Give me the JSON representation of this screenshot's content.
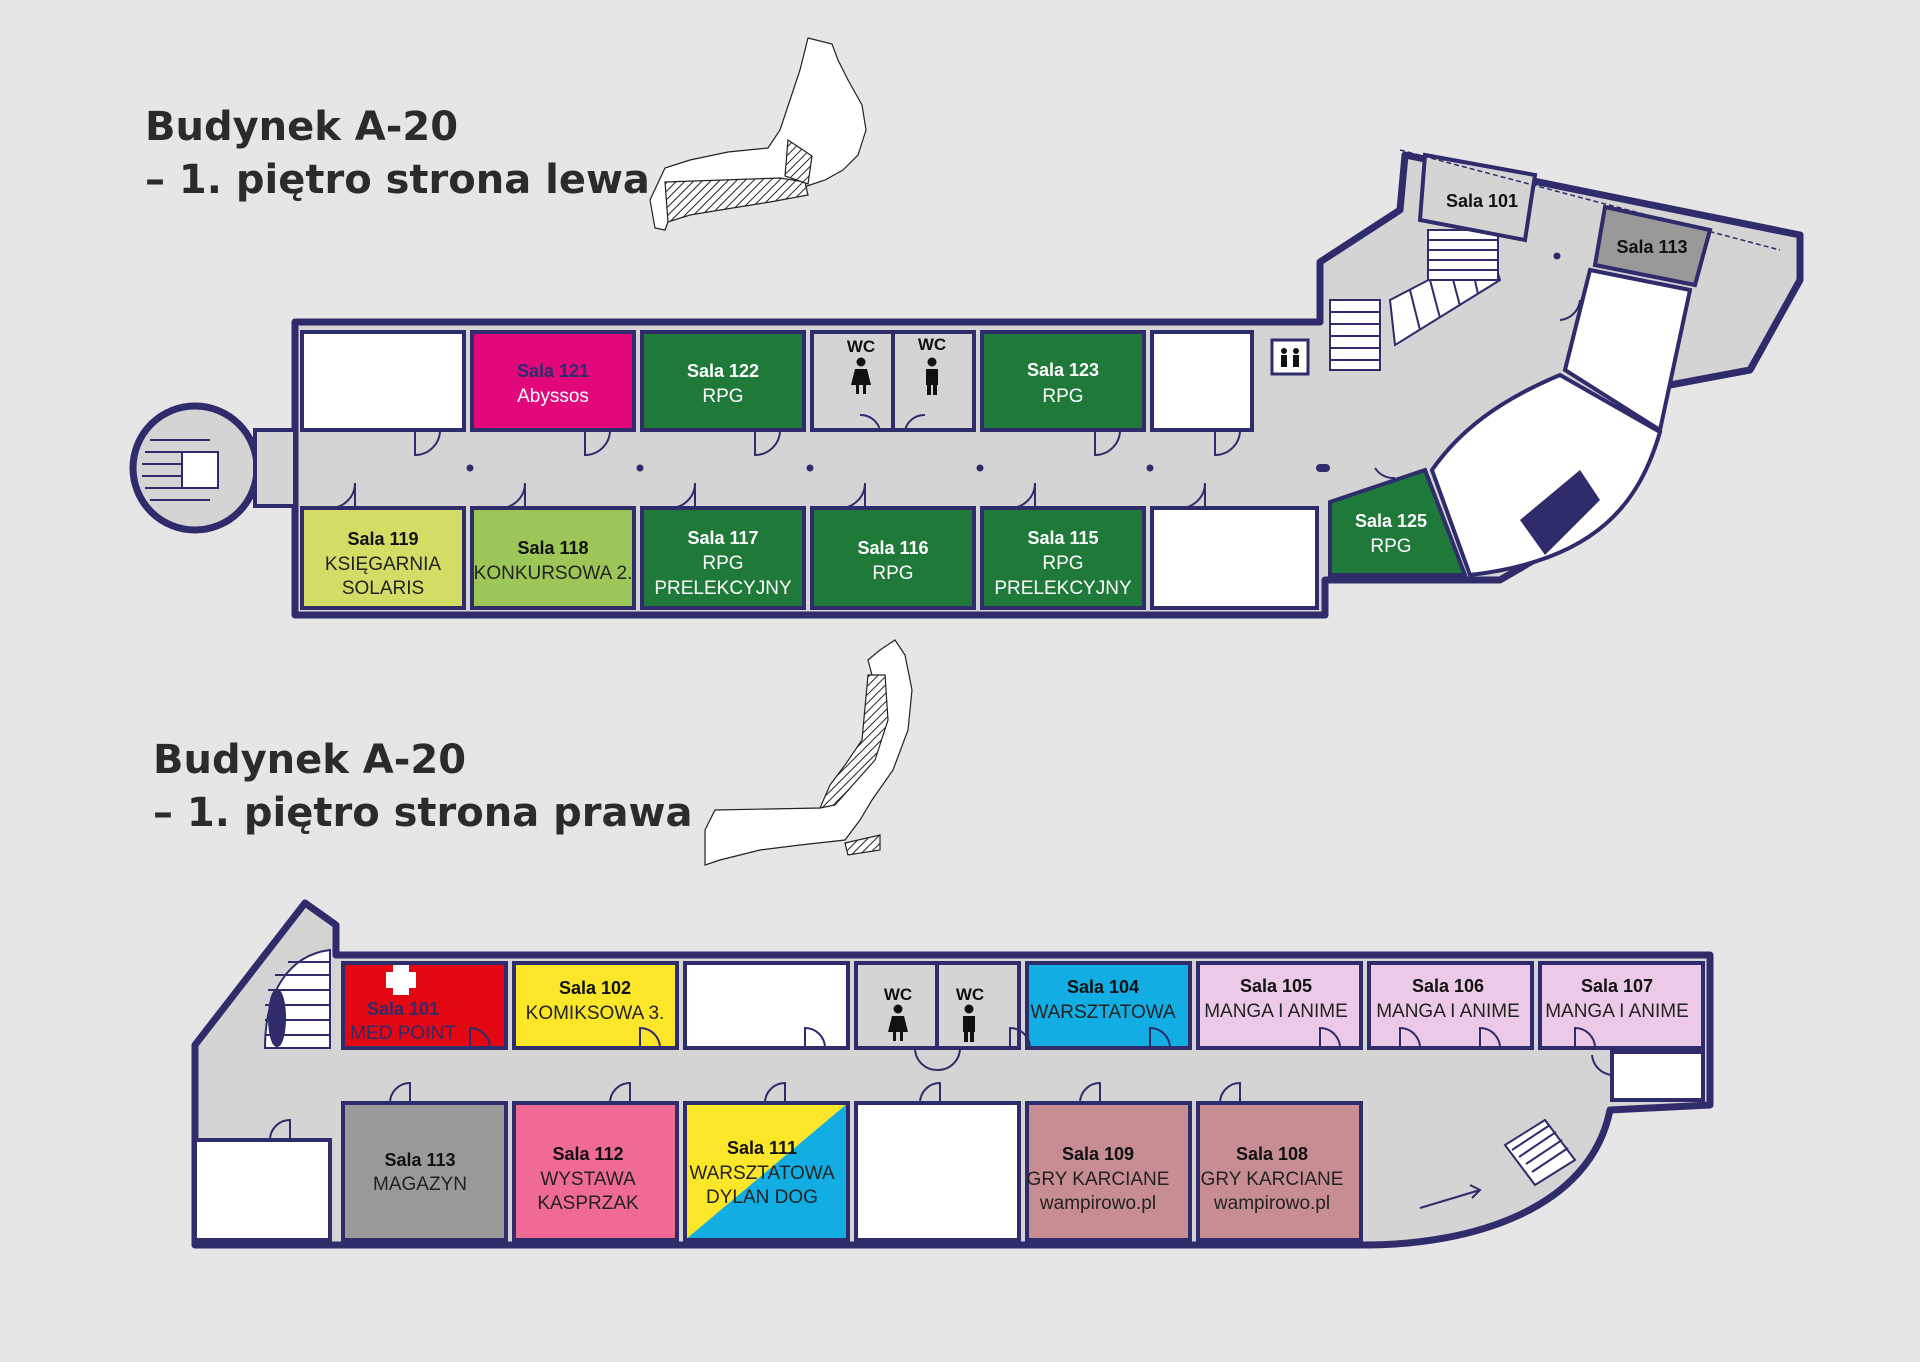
{
  "colors": {
    "background": "#e6e6e6",
    "corridor": "#d4d4d4",
    "wall": "#2e2c6b",
    "magenta": "#e2087c",
    "dark_green": "#1f7a3a",
    "lime": "#d3dd66",
    "light_green": "#9cc657",
    "red": "#e30613",
    "yellow": "#fbe62a",
    "cyan": "#12ade3",
    "lavender": "#ecc9e6",
    "pink": "#ef6b93",
    "grey": "#999999",
    "mauve": "#c88d93",
    "white": "#ffffff"
  },
  "left_plan": {
    "title_line1": "Budynek A-20",
    "title_line2": "– 1. piętro strona lewa",
    "rooms": [
      {
        "id": "121",
        "name": "Sala 121",
        "line1": "Abyssos",
        "line2": "",
        "color": "magenta"
      },
      {
        "id": "122",
        "name": "Sala 122",
        "line1": "RPG",
        "line2": "",
        "color": "dark_green"
      },
      {
        "id": "123",
        "name": "Sala 123",
        "line1": "RPG",
        "line2": "",
        "color": "dark_green"
      },
      {
        "id": "119",
        "name": "Sala 119",
        "line1": "KSIĘGARNIA",
        "line2": "SOLARIS",
        "color": "lime"
      },
      {
        "id": "118",
        "name": "Sala 118",
        "line1": "KONKURSOWA 2.",
        "line2": "",
        "color": "light_green"
      },
      {
        "id": "117",
        "name": "Sala 117",
        "line1": "RPG",
        "line2": "PRELEKCYJNY",
        "color": "dark_green"
      },
      {
        "id": "116",
        "name": "Sala 116",
        "line1": "RPG",
        "line2": "",
        "color": "dark_green"
      },
      {
        "id": "115",
        "name": "Sala 115",
        "line1": "RPG",
        "line2": "PRELEKCYJNY",
        "color": "dark_green"
      },
      {
        "id": "125",
        "name": "Sala 125",
        "line1": "RPG",
        "line2": "",
        "color": "dark_green"
      },
      {
        "id": "101",
        "name": "Sala 101",
        "line1": "",
        "line2": "",
        "color": "corridor"
      },
      {
        "id": "113",
        "name": "Sala 113",
        "line1": "",
        "line2": "",
        "color": "grey"
      }
    ],
    "wc_labels": [
      "WC",
      "WC"
    ],
    "elevator_icon": "elevator-icon"
  },
  "right_plan": {
    "title_line1": "Budynek A-20",
    "title_line2": "– 1. piętro strona prawa",
    "rooms": [
      {
        "id": "101",
        "name": "Sala 101",
        "line1": "MED POINT",
        "line2": "",
        "color": "red"
      },
      {
        "id": "102",
        "name": "Sala 102",
        "line1": "KOMIKSOWA 3.",
        "line2": "",
        "color": "yellow"
      },
      {
        "id": "104",
        "name": "Sala 104",
        "line1": "WARSZTATOWA",
        "line2": "",
        "color": "cyan"
      },
      {
        "id": "105",
        "name": "Sala 105",
        "line1": "MANGA I ANIME",
        "line2": "",
        "color": "lavender"
      },
      {
        "id": "106",
        "name": "Sala 106",
        "line1": "MANGA I ANIME",
        "line2": "",
        "color": "lavender"
      },
      {
        "id": "107",
        "name": "Sala 107",
        "line1": "MANGA I ANIME",
        "line2": "",
        "color": "lavender"
      },
      {
        "id": "113",
        "name": "Sala 113",
        "line1": "MAGAZYN",
        "line2": "",
        "color": "grey"
      },
      {
        "id": "112",
        "name": "Sala 112",
        "line1": "WYSTAWA",
        "line2": "KASPRZAK",
        "color": "pink"
      },
      {
        "id": "111",
        "name": "Sala 111",
        "line1": "WARSZTATOWA",
        "line2": "DYLAN DOG",
        "color": "yellow_cyan"
      },
      {
        "id": "109",
        "name": "Sala 109",
        "line1": "GRY KARCIANE",
        "line2": "wampirowo.pl",
        "color": "mauve"
      },
      {
        "id": "108",
        "name": "Sala 108",
        "line1": "GRY KARCIANE",
        "line2": "wampirowo.pl",
        "color": "mauve"
      }
    ],
    "wc_labels": [
      "WC",
      "WC"
    ],
    "first_aid_icon": "first-aid-cross-icon"
  }
}
